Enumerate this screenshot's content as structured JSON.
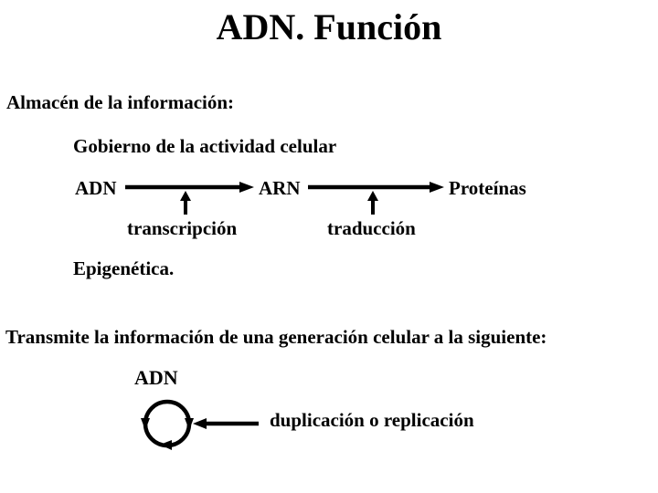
{
  "slide": {
    "background": "#ffffff",
    "text_color": "#000000",
    "title": "ADN. Función",
    "storage": {
      "heading": "Almacén de la información:",
      "subheading": "Gobierno de la actividad celular",
      "flow": {
        "nodes": [
          "ADN",
          "ARN",
          "Proteínas"
        ],
        "process1": "transcripción",
        "process2": "traducción"
      },
      "epigenetics": "Epigenética."
    },
    "transmission": {
      "heading": "Transmite la información de una generación celular a la siguiente:",
      "dna_label": "ADN",
      "process": "duplicación o replicación"
    }
  }
}
